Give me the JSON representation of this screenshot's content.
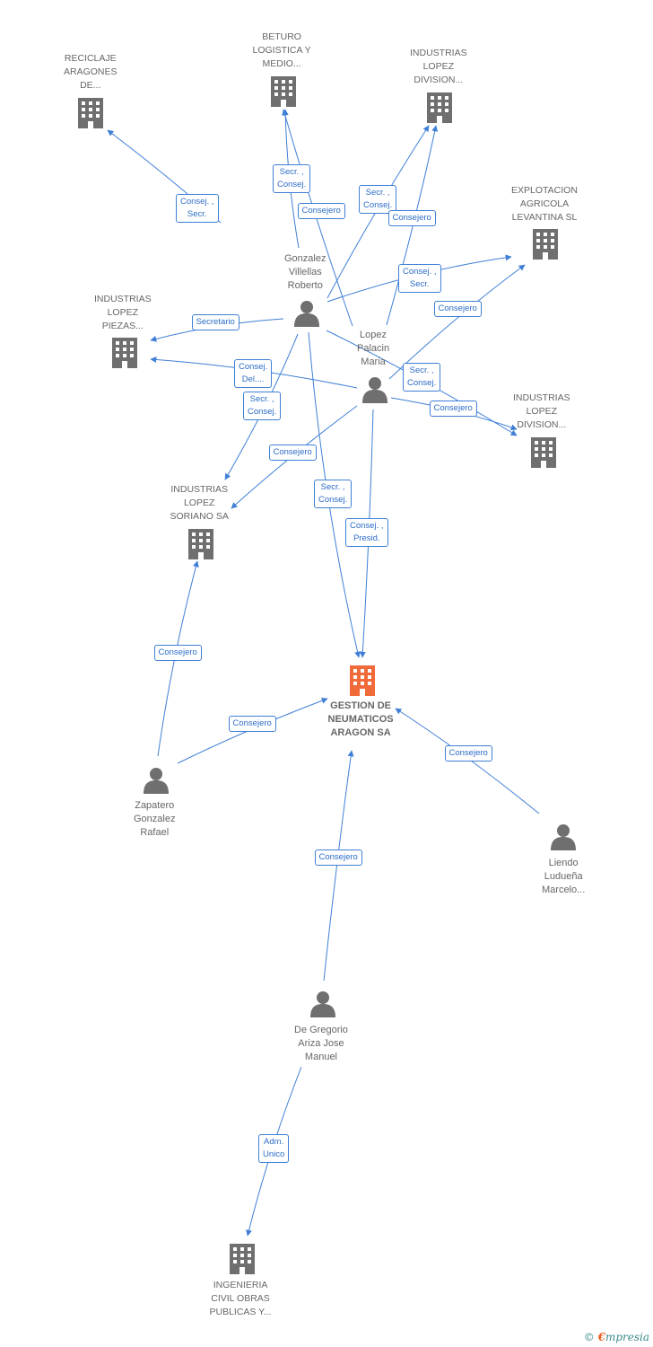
{
  "colors": {
    "edge": "#3f7fd6",
    "company": "#6f6f6f",
    "focus": "#f06a3a",
    "person": "#6f6f6f"
  },
  "nodes": {
    "reciclaje": {
      "label": "RECICLAJE\nARAGONES\nDE...",
      "icon": "building-icon"
    },
    "beturo": {
      "label": "BETURO\nLOGISTICA Y\nMEDIO...",
      "icon": "building-icon"
    },
    "ind_lopez_div1": {
      "label": "INDUSTRIAS\nLOPEZ\nDIVISION...",
      "icon": "building-icon"
    },
    "explotacion": {
      "label": "EXPLOTACION\nAGRICOLA\nLEVANTINA SL",
      "icon": "building-icon"
    },
    "ind_lopez_piezas": {
      "label": "INDUSTRIAS\nLOPEZ\nPIEZAS...",
      "icon": "building-icon"
    },
    "ind_lopez_div2": {
      "label": "INDUSTRIAS\nLOPEZ\nDIVISION...",
      "icon": "building-icon"
    },
    "ind_lopez_soriano": {
      "label": "INDUSTRIAS\nLOPEZ\nSORIANO SA",
      "icon": "building-icon"
    },
    "gestion": {
      "label": "GESTION DE\nNEUMATICOS\nARAGON SA",
      "icon": "building-icon"
    },
    "ingenieria": {
      "label": "INGENIERIA\nCIVIL OBRAS\nPUBLICAS Y...",
      "icon": "building-icon"
    },
    "gonzalez": {
      "label": "Gonzalez\nVillellas\nRoberto",
      "icon": "person-icon"
    },
    "lopez": {
      "label": "Lopez\nPalacin\nMaria",
      "icon": "person-icon"
    },
    "zapatero": {
      "label": "Zapatero\nGonzalez\nRafael",
      "icon": "person-icon"
    },
    "liendo": {
      "label": "Liendo\nLudueña\nMarcelo...",
      "icon": "person-icon"
    },
    "degregorio": {
      "label": "De Gregorio\nAriza Jose\nManuel",
      "icon": "person-icon"
    }
  },
  "edges": [
    {
      "from": "gonzalez",
      "to": "reciclaje",
      "label": "Consej. ,\nSecr."
    },
    {
      "from": "gonzalez",
      "to": "beturo",
      "label": "Secr. ,\nConsej."
    },
    {
      "from": "lopez",
      "to": "beturo",
      "label": "Consejero"
    },
    {
      "from": "gonzalez",
      "to": "ind_lopez_div1",
      "label": "Secr. ,\nConsej."
    },
    {
      "from": "lopez",
      "to": "ind_lopez_div1",
      "label": "Consejero"
    },
    {
      "from": "gonzalez",
      "to": "explotacion",
      "label": "Consej. ,\nSecr."
    },
    {
      "from": "lopez",
      "to": "explotacion",
      "label": "Consejero"
    },
    {
      "from": "gonzalez",
      "to": "ind_lopez_piezas",
      "label": "Secretario"
    },
    {
      "from": "lopez",
      "to": "ind_lopez_piezas",
      "label": "Consej.\nDel...."
    },
    {
      "from": "gonzalez",
      "to": "ind_lopez_div2",
      "label": "Secr. ,\nConsej."
    },
    {
      "from": "lopez",
      "to": "ind_lopez_div2",
      "label": "Consejero"
    },
    {
      "from": "gonzalez",
      "to": "ind_lopez_soriano",
      "label": "Secr. ,\nConsej."
    },
    {
      "from": "lopez",
      "to": "ind_lopez_soriano",
      "label": "Consejero"
    },
    {
      "from": "gonzalez",
      "to": "gestion",
      "label": "Secr. ,\nConsej."
    },
    {
      "from": "lopez",
      "to": "gestion",
      "label": "Consej. ,\nPresid."
    },
    {
      "from": "zapatero",
      "to": "ind_lopez_soriano",
      "label": "Consejero"
    },
    {
      "from": "zapatero",
      "to": "gestion",
      "label": "Consejero"
    },
    {
      "from": "liendo",
      "to": "gestion",
      "label": "Consejero"
    },
    {
      "from": "degregorio",
      "to": "gestion",
      "label": "Consejero"
    },
    {
      "from": "degregorio",
      "to": "ingenieria",
      "label": "Adm.\nUnico"
    }
  ],
  "brand": {
    "copyright": "©",
    "e": "€",
    "rest": "mpresia"
  }
}
